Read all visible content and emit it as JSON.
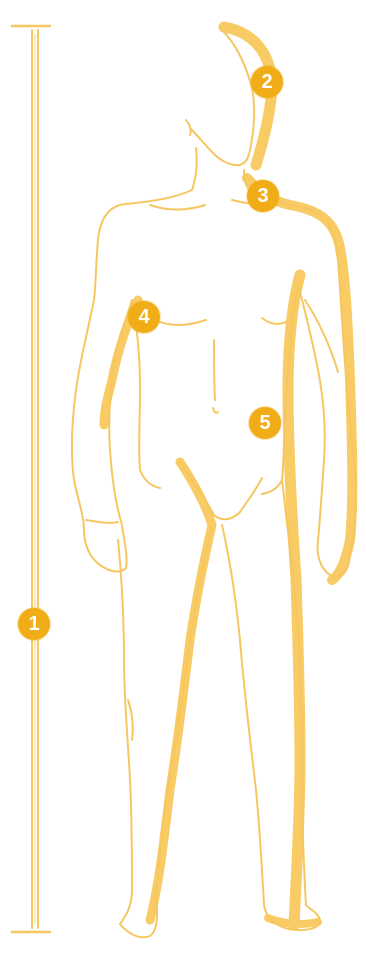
{
  "colors": {
    "sketch_line": "#f6c761",
    "highlight": "#f7c24a",
    "marker_fill": "#f0ad17",
    "marker_text": "#ffffff"
  },
  "markers": [
    {
      "id": "height",
      "label": "1"
    },
    {
      "id": "head",
      "label": "2"
    },
    {
      "id": "neck",
      "label": "3"
    },
    {
      "id": "arm",
      "label": "4"
    },
    {
      "id": "side",
      "label": "5"
    }
  ]
}
